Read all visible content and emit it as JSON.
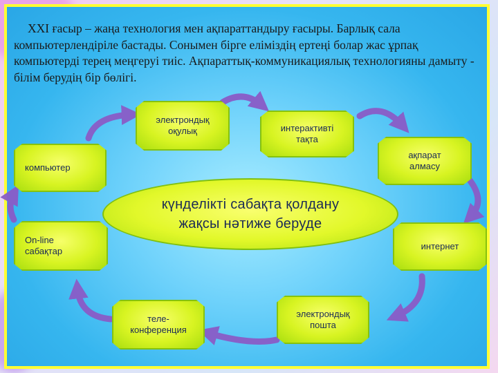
{
  "intro_text": "XXI ғасыр – жаңа технология мен ақпараттандыру ғасыры. Барлық сала компьютерлендіріле бастады. Сонымен бірге еліміздің ертеңі болар жас ұрпақ компьютерді терең меңгеруі тиіс. Ақпараттық-коммуникациялық технологияны дамыту - білім берудің бір бөлігі.",
  "center": "күнделікті сабақта қолдану\nжақсы нәтиже беруде",
  "nodes": {
    "electronic_textbook": "электрондық\nоқулық",
    "interactive_board": "интерактивті\nтақта",
    "information_exchange": "ақпарат\nалмасу",
    "internet": "интернет",
    "electronic_mail": "электрондық\nпошта",
    "teleconference": "теле-\nконференция",
    "online_lessons": "On-line\nсабақтар",
    "computer": "компьютер"
  },
  "colors": {
    "node_fill": "#d8f422",
    "arrow": "#8a5cc7",
    "frame": "#ffff33",
    "background": "#36b6ef"
  }
}
